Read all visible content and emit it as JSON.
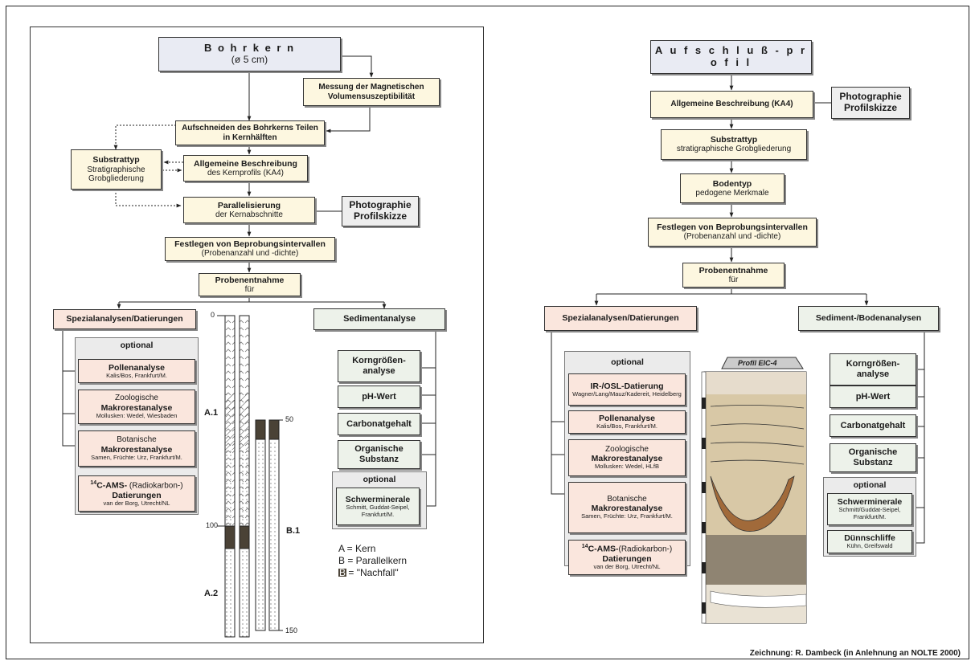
{
  "left": {
    "title": "B o h r k e r n",
    "title_sub": "(ø 5 cm)",
    "magnetic": "Messung der Magnetischen Volumensuszeptibilität",
    "cutting": "Aufschneiden des Bohrkerns Teilen in Kernhälften",
    "substrat_title": "Substrattyp",
    "substrat_sub": "Stratigraphische Grobgliederung",
    "general_title": "Allgemeine Beschreibung",
    "general_sub": "des Kernprofils (KA4)",
    "parallel_title": "Parallelisierung",
    "parallel_sub": "der Kernabschnitte",
    "photo": "Photographie Profilskizze",
    "interval_title": "Festlegen von Beprobungsintervallen",
    "interval_sub": "(Probenanzahl und -dichte)",
    "sampling_title": "Probenentnahme",
    "sampling_sub": "für",
    "special": "Spezialanalysen/Datierungen",
    "sediment": "Sedimentanalyse",
    "optional": "optional",
    "pollen_title": "Pollenanalyse",
    "pollen_sub": "Kalis/Bos, Frankfurt/M.",
    "zoo_pre": "Zoologische",
    "zoo_title": "Makrorestanalyse",
    "zoo_sub": "Mollusken: Wedel, Wiesbaden",
    "bot_pre": "Botanische",
    "bot_title": "Makrorestanalyse",
    "bot_sub": "Samen, Früchte: Urz, Frankfurt/M.",
    "c14_sup": "14",
    "c14_title": "C-AMS-",
    "c14_rest": " (Radiokarbon-)",
    "c14_dat": "Datierungen",
    "c14_sub": "van der Borg, Utrecht/NL",
    "korn": "Korngrößen-analyse",
    "ph": "pH-Wert",
    "carbonat": "Carbonatgehalt",
    "organisch": "Organische Substanz",
    "optional2": "optional",
    "schwer_title": "Schwerminerale",
    "schwer_sub": "Schmitt, Guddat-Seipel, Frankfurt/M.",
    "a1": "A.1",
    "a2": "A.2",
    "b1": "B.1",
    "s0": "0",
    "s50": "50",
    "s100": "100",
    "s150": "150",
    "legend_a": "A = Kern",
    "legend_b": "B = Parallelkern",
    "legend_n_key": "B",
    "legend_n": "= \"Nachfall\""
  },
  "right": {
    "title": "A u f s c h l u ß - p r o f i l",
    "general": "Allgemeine Beschreibung (KA4)",
    "photo": "Photographie Profilskizze",
    "substrat_title": "Substrattyp",
    "substrat_sub": "stratigraphische Grobgliederung",
    "boden_title": "Bodentyp",
    "boden_sub": "pedogene Merkmale",
    "interval_title": "Festlegen von Beprobungsintervallen",
    "interval_sub": "(Probenanzahl und -dichte)",
    "sampling_title": "Probenentnahme",
    "sampling_sub": "für",
    "special": "Spezialanalysen/Datierungen",
    "sediment": "Sediment-/Bodenanalysen",
    "optional": "optional",
    "osl_title": "IR-/OSL-Datierung",
    "osl_sub": "Wagner/Lang/Mauz/Kadereit, Heidelberg",
    "pollen_title": "Pollenanalyse",
    "pollen_sub": "Kalis/Bos, Frankfurt/M.",
    "zoo_pre": "Zoologische",
    "zoo_title": "Makrorestanalyse",
    "zoo_sub": "Mollusken: Wedel, HLfB",
    "bot_pre": "Botanische",
    "bot_title": "Makrorestanalyse",
    "bot_sub": "Samen, Früchte: Urz, Frankfurt/M.",
    "c14_sup": "14",
    "c14_title": "C-AMS-",
    "c14_rest": "(Radiokarbon-)",
    "c14_dat": "Datierungen",
    "c14_sub": "van der Borg, Utrecht/NL",
    "profile_label": "Profil EIC-4",
    "korn": "Korngrößen-analyse",
    "ph": "pH-Wert",
    "carbonat": "Carbonatgehalt",
    "organisch": "Organische Substanz",
    "optional2": "optional",
    "schwer_title": "Schwerminerale",
    "schwer_sub": "Schmitt/Guddat-Seipel, Frankfurt/M.",
    "duenn_title": "Dünnschliffe",
    "duenn_sub": "Kühn, Greifswald"
  },
  "credit": "Zeichnung: R. Dambeck (in Anlehnung an NOLTE 2000)",
  "colors": {
    "box_fill": "#fdf7e0",
    "pink": "#fae6dd",
    "green": "#edf2ea",
    "head": "#e9ebf3",
    "dark_layer": "#4a4236"
  }
}
